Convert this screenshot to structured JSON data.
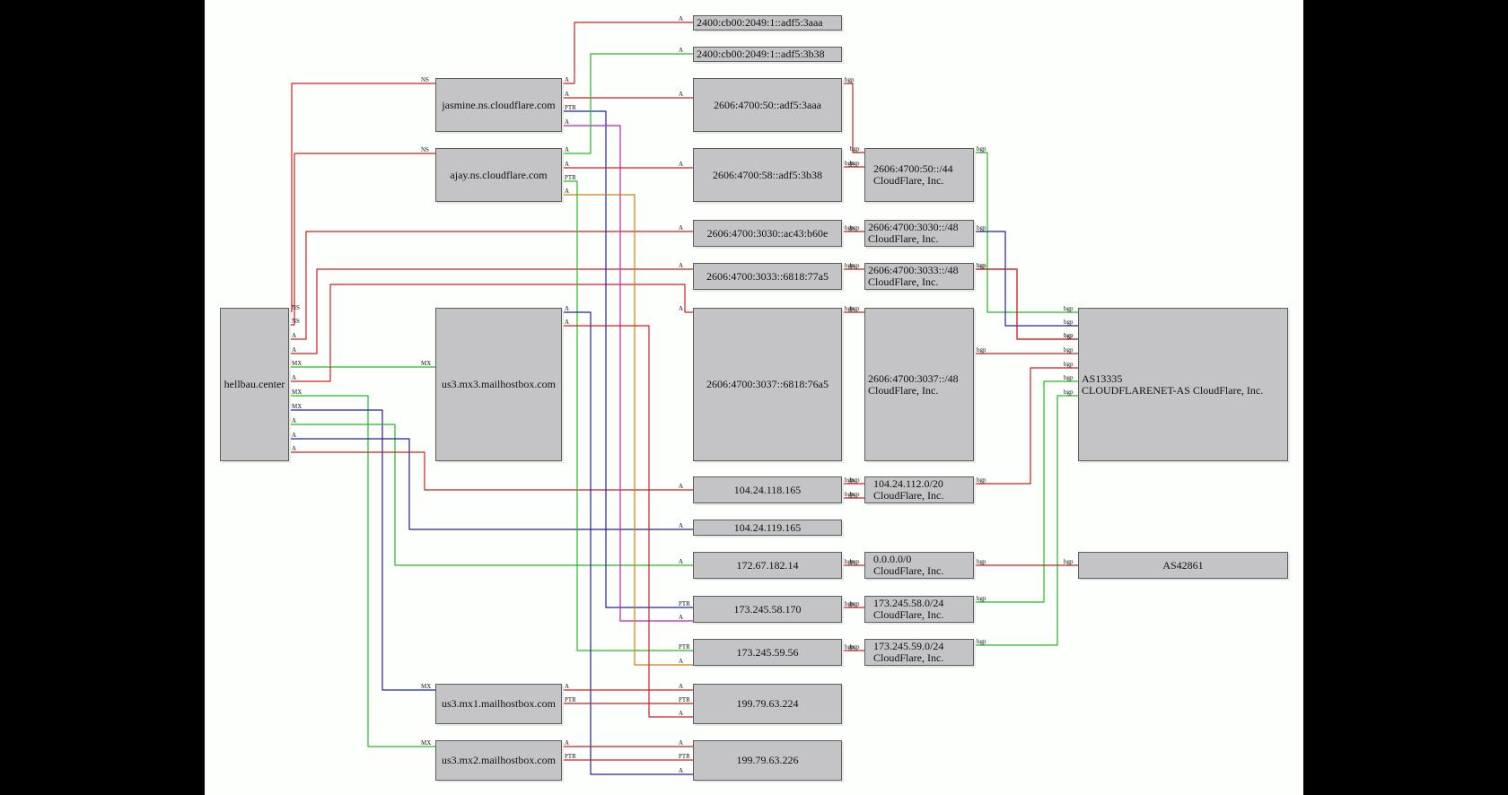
{
  "nodes": [
    {
      "id": "hellbau",
      "label": "hellbau.center"
    },
    {
      "id": "jasmine",
      "label": "jasmine.ns.cloudflare.com"
    },
    {
      "id": "ajay",
      "label": "ajay.ns.cloudflare.com"
    },
    {
      "id": "mx3",
      "label": "us3.mx3.mailhostbox.com"
    },
    {
      "id": "mx1",
      "label": "us3.mx1.mailhostbox.com"
    },
    {
      "id": "mx2",
      "label": "us3.mx2.mailhostbox.com"
    },
    {
      "id": "ip6a",
      "label": "2400:cb00:2049:1::adf5:3aaa"
    },
    {
      "id": "ip6b",
      "label": "2400:cb00:2049:1::adf5:3b38"
    },
    {
      "id": "ip6c",
      "label": "2606:4700:50::adf5:3aaa"
    },
    {
      "id": "ip6d",
      "label": "2606:4700:58::adf5:3b38"
    },
    {
      "id": "ip6e",
      "label": "2606:4700:3030::ac43:b60e"
    },
    {
      "id": "ip6f",
      "label": "2606:4700:3033::6818:77a5"
    },
    {
      "id": "ip6g",
      "label": "2606:4700:3037::6818:76a5"
    },
    {
      "id": "ip4a",
      "label": "104.24.118.165"
    },
    {
      "id": "ip4b",
      "label": "104.24.119.165"
    },
    {
      "id": "ip4c",
      "label": "172.67.182.14"
    },
    {
      "id": "ip4d",
      "label": "173.245.58.170"
    },
    {
      "id": "ip4e",
      "label": "173.245.59.56"
    },
    {
      "id": "ip4f",
      "label": "199.79.63.224"
    },
    {
      "id": "ip4g",
      "label": "199.79.63.226"
    },
    {
      "id": "pfx1",
      "label": "2606:4700:50::/44\nCloudFlare, Inc."
    },
    {
      "id": "pfx2",
      "label": "2606:4700:3030::/48\nCloudFlare, Inc."
    },
    {
      "id": "pfx3",
      "label": "2606:4700:3033::/48\nCloudFlare, Inc."
    },
    {
      "id": "pfx4",
      "label": "2606:4700:3037::/48\nCloudFlare, Inc."
    },
    {
      "id": "pfx5",
      "label": "104.24.112.0/20\nCloudFlare, Inc."
    },
    {
      "id": "pfx6",
      "label": "0.0.0.0/0\nCloudFlare, Inc."
    },
    {
      "id": "pfx7",
      "label": "173.245.58.0/24\nCloudFlare, Inc."
    },
    {
      "id": "pfx8",
      "label": "173.245.59.0/24\nCloudFlare, Inc."
    },
    {
      "id": "as1",
      "label": "AS13335\nCLOUDFLARENET-AS CloudFlare, Inc."
    },
    {
      "id": "as2",
      "label": "AS42861"
    }
  ],
  "edge_colors": {
    "red": "#cc2020",
    "green": "#22bb22",
    "blue": "#2020a0",
    "magenta": "#c020b0",
    "orange": "#c88010"
  },
  "edges": [
    {
      "from": "hellbau",
      "to": "jasmine",
      "label": "NS",
      "color": "red"
    },
    {
      "from": "hellbau",
      "to": "ajay",
      "label": "NS",
      "color": "red"
    },
    {
      "from": "hellbau",
      "to": "ip6e",
      "label": "A",
      "color": "red"
    },
    {
      "from": "hellbau",
      "to": "ip6f",
      "label": "A",
      "color": "red"
    },
    {
      "from": "hellbau",
      "to": "mx3",
      "label": "MX",
      "color": "green"
    },
    {
      "from": "hellbau",
      "to": "ip6g",
      "label": "A",
      "color": "red"
    },
    {
      "from": "hellbau",
      "to": "mx2",
      "label": "MX",
      "color": "green"
    },
    {
      "from": "hellbau",
      "to": "mx1",
      "label": "MX",
      "color": "blue"
    },
    {
      "from": "hellbau",
      "to": "ip4c",
      "label": "A",
      "color": "green"
    },
    {
      "from": "hellbau",
      "to": "ip4b",
      "label": "A",
      "color": "blue"
    },
    {
      "from": "hellbau",
      "to": "ip4a",
      "label": "A",
      "color": "red"
    },
    {
      "from": "jasmine",
      "to": "ip6a",
      "label": "A",
      "color": "red"
    },
    {
      "from": "jasmine",
      "to": "ip6c",
      "label": "A",
      "color": "red"
    },
    {
      "from": "jasmine",
      "to": "ip4d",
      "label": "PTR",
      "color": "blue"
    },
    {
      "from": "jasmine",
      "to": "ip4d",
      "label": "A",
      "color": "magenta"
    },
    {
      "from": "ajay",
      "to": "ip6b",
      "label": "A",
      "color": "green"
    },
    {
      "from": "ajay",
      "to": "ip6d",
      "label": "A",
      "color": "red"
    },
    {
      "from": "ajay",
      "to": "ip4e",
      "label": "PTR",
      "color": "green"
    },
    {
      "from": "ajay",
      "to": "ip4e",
      "label": "A",
      "color": "orange"
    },
    {
      "from": "mx3",
      "to": "ip4g",
      "label": "A",
      "color": "blue"
    },
    {
      "from": "mx3",
      "to": "ip4f",
      "label": "A",
      "color": "red"
    },
    {
      "from": "mx1",
      "to": "ip4f",
      "label": "A",
      "color": "red"
    },
    {
      "from": "mx1",
      "to": "ip4f",
      "label": "PTR",
      "color": "red"
    },
    {
      "from": "mx2",
      "to": "ip4g",
      "label": "A",
      "color": "red"
    },
    {
      "from": "mx2",
      "to": "ip4g",
      "label": "PTR",
      "color": "red"
    },
    {
      "from": "ip6c",
      "to": "pfx1",
      "label": "bgp",
      "color": "red"
    },
    {
      "from": "ip6d",
      "to": "pfx1",
      "label": "bgp",
      "color": "red"
    },
    {
      "from": "ip6e",
      "to": "pfx2",
      "label": "bgp",
      "color": "red"
    },
    {
      "from": "ip6f",
      "to": "pfx3",
      "label": "bgp",
      "color": "red"
    },
    {
      "from": "ip6g",
      "to": "pfx4",
      "label": "bgp",
      "color": "red"
    },
    {
      "from": "ip4a",
      "to": "pfx5",
      "label": "bgp",
      "color": "red"
    },
    {
      "from": "ip4b",
      "to": "pfx5",
      "label": "bgp",
      "color": "red"
    },
    {
      "from": "ip4c",
      "to": "pfx6",
      "label": "bgp",
      "color": "red"
    },
    {
      "from": "ip4d",
      "to": "pfx7",
      "label": "bgp",
      "color": "red"
    },
    {
      "from": "ip4e",
      "to": "pfx8",
      "label": "bgp",
      "color": "red"
    },
    {
      "from": "pfx1",
      "to": "as1",
      "label": "bgp",
      "color": "green"
    },
    {
      "from": "pfx2",
      "to": "as1",
      "label": "bgp",
      "color": "blue"
    },
    {
      "from": "pfx3",
      "to": "as1",
      "label": "bgp",
      "color": "red"
    },
    {
      "from": "pfx3",
      "to": "as1",
      "label": "bgp",
      "color": "red"
    },
    {
      "from": "pfx4",
      "to": "as1",
      "label": "bgp",
      "color": "red"
    },
    {
      "from": "pfx5",
      "to": "as1",
      "label": "bgp",
      "color": "red"
    },
    {
      "from": "pfx7",
      "to": "as1",
      "label": "bgp",
      "color": "green"
    },
    {
      "from": "pfx8",
      "to": "as1",
      "label": "bgp",
      "color": "green"
    },
    {
      "from": "pfx6",
      "to": "as2",
      "label": "bgp",
      "color": "red"
    }
  ]
}
